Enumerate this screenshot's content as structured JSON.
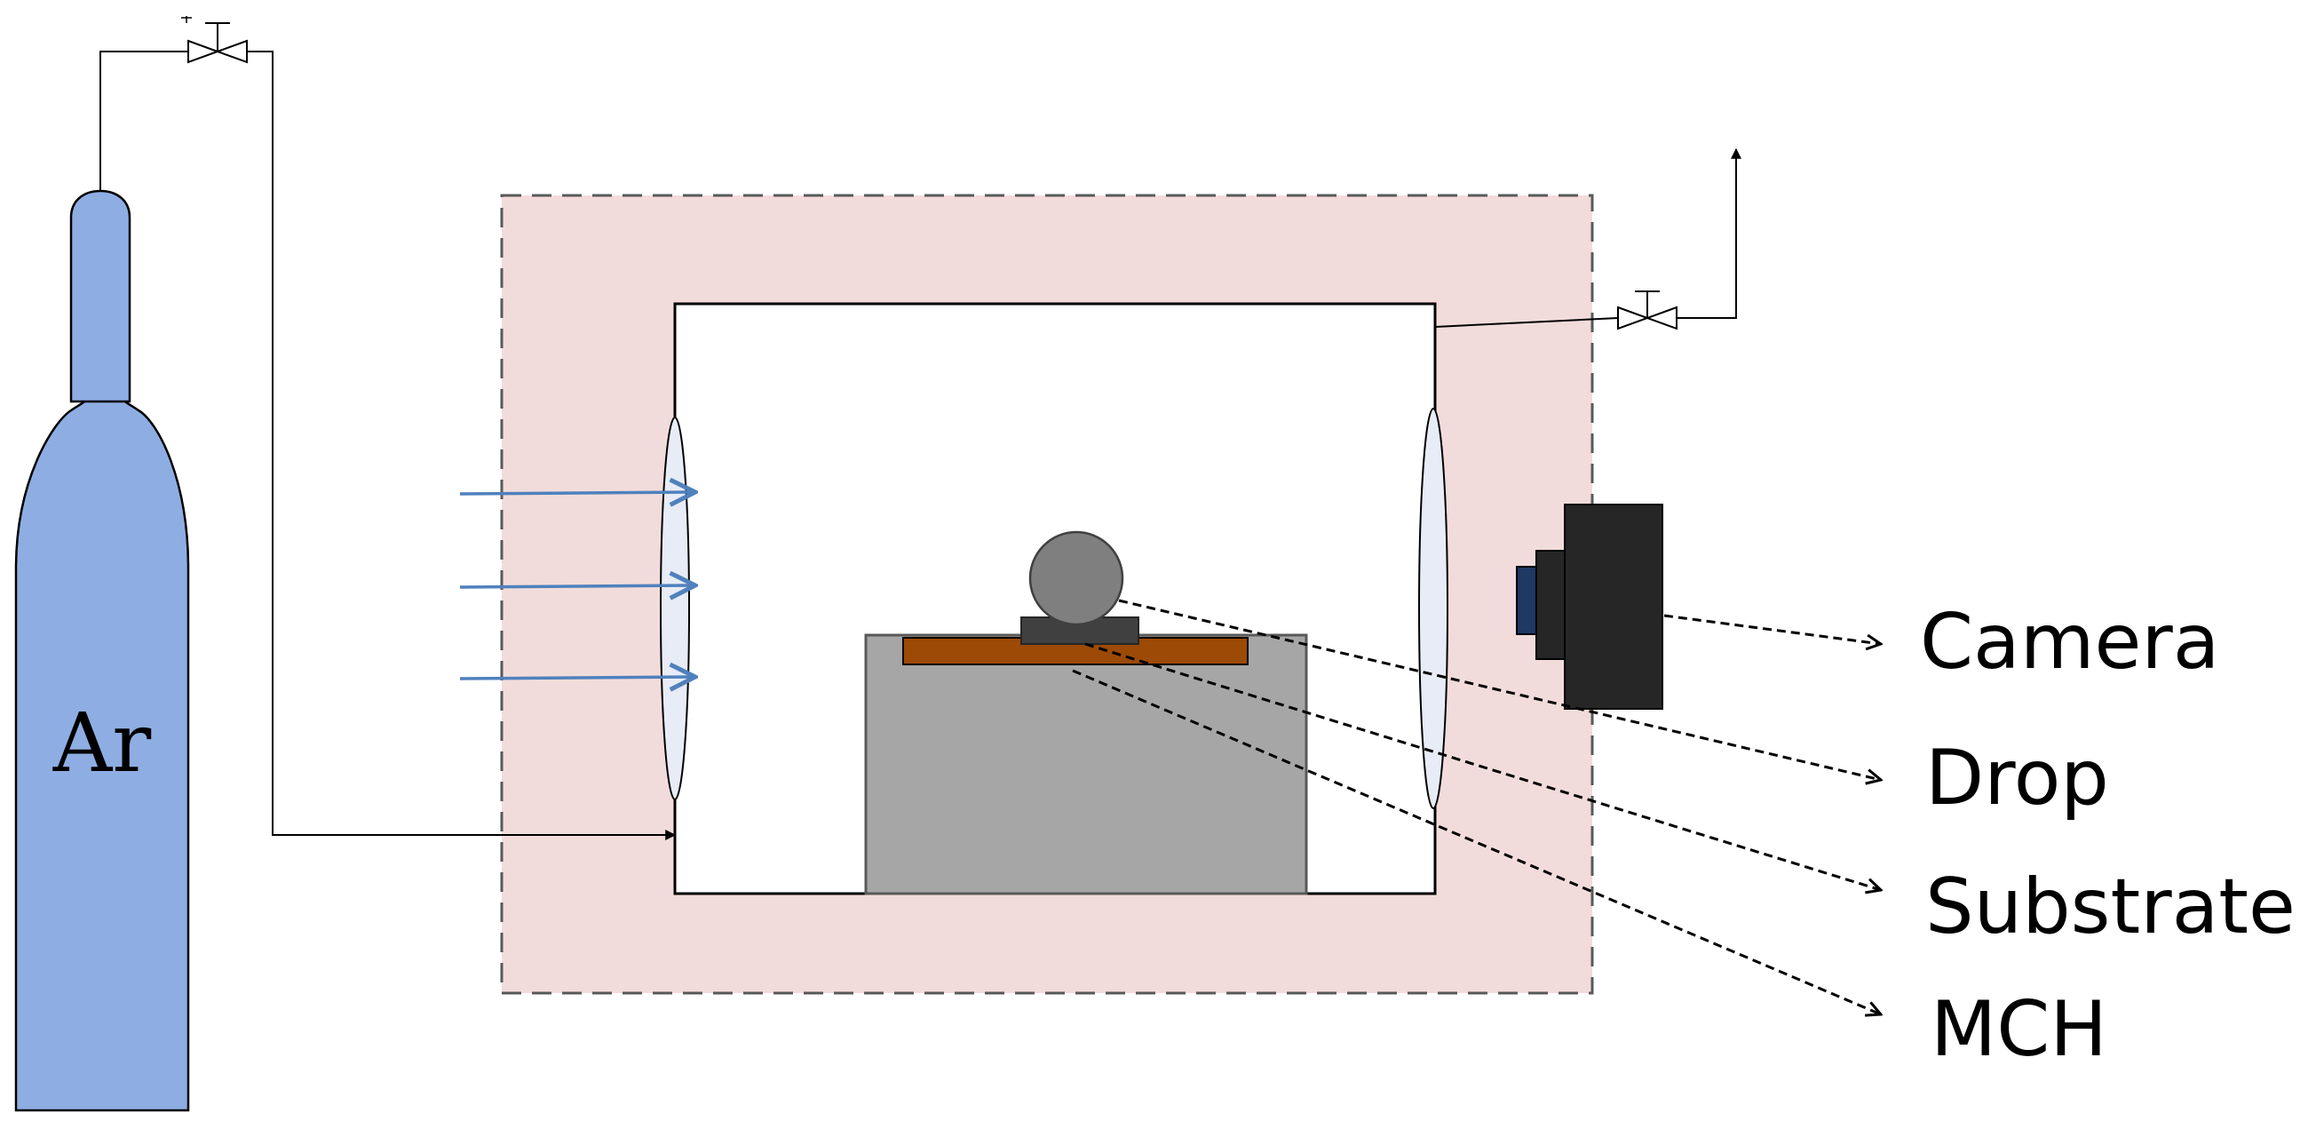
{
  "gas_cylinder": {
    "label": "Ar"
  },
  "labels": {
    "camera": "Camera",
    "drop": "Drop",
    "substrate": "Substrate",
    "mch": "MCH"
  },
  "colors": {
    "cylinder": "#8eaee3",
    "furnace_zone": "#f2dcdb",
    "mch_block": "#a6a6a6",
    "substrate": "#9c4a06",
    "drop": "#7f7f7f",
    "camera": "#262626",
    "camera_lens": "#1f3864",
    "light_arrows": "#4f81bd",
    "window": "#e8ecf6"
  }
}
